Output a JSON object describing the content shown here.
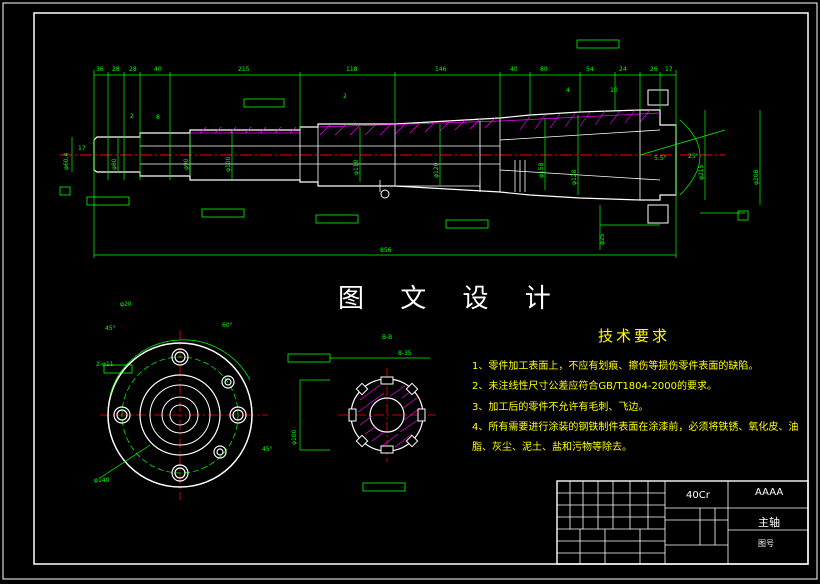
{
  "drawing": {
    "title_text": "图 文 设 计",
    "tech_requirements": {
      "heading": "技术要求",
      "items": [
        "1、零件加工表面上，不应有划痕、擦伤等损伤零件表面的缺陷。",
        "2、未注线性尺寸公差应符合GB/T1804-2000的要求。",
        "3、加工后的零件不允许有毛刺、飞边。",
        "4、所有需要进行涂装的钢铁制件表面在涂漆前，必须将铁锈、氧化皮、油",
        "脂、灰尘、泥土、盐和污物等除去。"
      ]
    },
    "title_block": {
      "material": "40Cr",
      "company": "AAAA",
      "part_name": "主轴",
      "drawing_no_label": "图号"
    },
    "dimensions": {
      "top_chain": [
        "36",
        "28",
        "28",
        "40",
        "215",
        "118",
        "146",
        "40",
        "80",
        "54",
        "24",
        "26",
        "17"
      ],
      "overall_length": "856",
      "angle_right": "25°",
      "angle_taper": "5.5°",
      "angles_left_view": [
        "45°",
        "60°",
        "45°"
      ],
      "hole_note": "2-φ11",
      "dia_labels": [
        "φ140",
        "φ100",
        "φ158",
        "φ215",
        "φ208"
      ],
      "section_note": "8-35",
      "section_label": "B-B"
    },
    "colors": {
      "outline": "#ffffff",
      "dimension": "#00ff00",
      "centerline": "#ff0000",
      "hatch": "#ff00ff",
      "text_note": "#ffff00"
    }
  }
}
